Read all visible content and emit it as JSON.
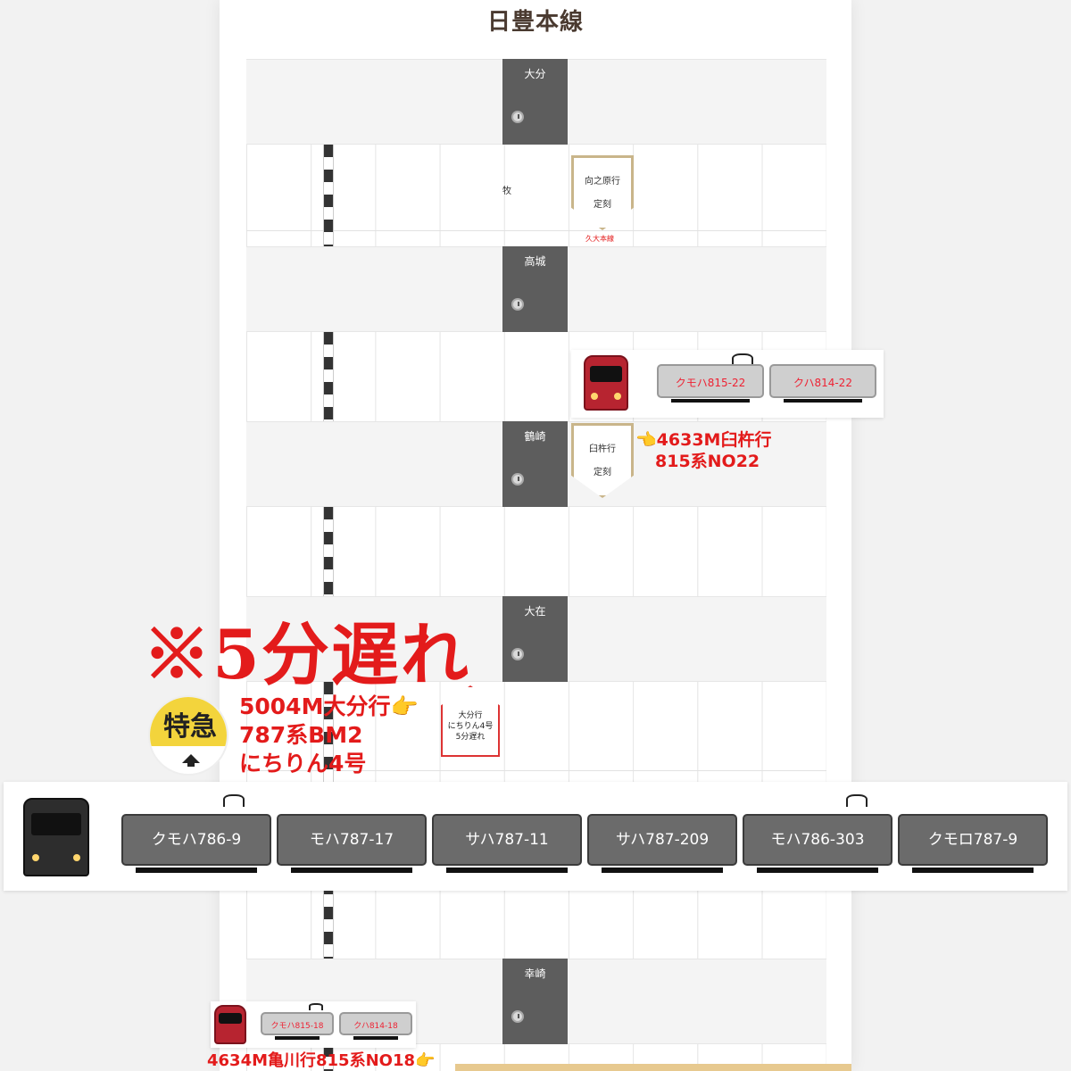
{
  "line": {
    "title": "日豊本線"
  },
  "stations": [
    {
      "name": "大分"
    },
    {
      "name": "高城"
    },
    {
      "name": "鶴崎"
    },
    {
      "name": "大在"
    },
    {
      "name": "幸崎"
    }
  ],
  "between": {
    "label": "牧",
    "branch": "久大本線"
  },
  "signs": [
    {
      "dest": "向之原行",
      "status": "定刻"
    },
    {
      "dest": "臼杵行",
      "status": "定刻"
    }
  ],
  "up_sign": {
    "line1": "大分行",
    "line2": "にちりん4号",
    "line3": "5分遅れ"
  },
  "delay_note": "※5分遅れ",
  "express": {
    "badge": "特急",
    "line1": "5004M大分行👉",
    "line2": "787系BM2",
    "line3": "にちりん4号",
    "cars": [
      "クモハ786-9",
      "モハ787-17",
      "サハ787-11",
      "サハ787-209",
      "モハ786-303",
      "クモロ787-9"
    ]
  },
  "local_train": {
    "note_line1": "👈4633M臼杵行",
    "note_line2": "815系NO22",
    "cars": [
      "クモハ815-22",
      "クハ814-22"
    ]
  },
  "bottom_train": {
    "note": "4634M亀川行815系NO18👉",
    "cars": [
      "クモハ815-18",
      "クハ814-18"
    ]
  },
  "colors": {
    "delay_red": "#e31b1b",
    "station_gray": "#5d5d5d",
    "sign_gold": "#c9b58a",
    "badge_yellow": "#f3d43c"
  }
}
